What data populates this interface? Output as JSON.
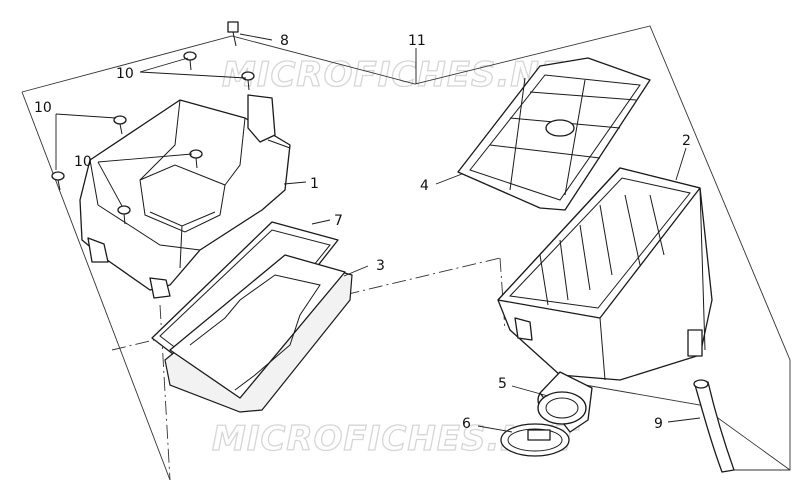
{
  "diagram": {
    "watermarks": [
      "MICROFICHES.NET",
      "MICROFICHES.NET"
    ],
    "callouts": [
      {
        "id": "c1",
        "text": "1"
      },
      {
        "id": "c2",
        "text": "2"
      },
      {
        "id": "c3",
        "text": "3"
      },
      {
        "id": "c4",
        "text": "4"
      },
      {
        "id": "c5",
        "text": "5"
      },
      {
        "id": "c6",
        "text": "6"
      },
      {
        "id": "c7",
        "text": "7"
      },
      {
        "id": "c8",
        "text": "8"
      },
      {
        "id": "c9",
        "text": "9"
      },
      {
        "id": "c10a",
        "text": "10"
      },
      {
        "id": "c10b",
        "text": "10"
      },
      {
        "id": "c10c",
        "text": "10"
      },
      {
        "id": "c11",
        "text": "11"
      }
    ]
  }
}
